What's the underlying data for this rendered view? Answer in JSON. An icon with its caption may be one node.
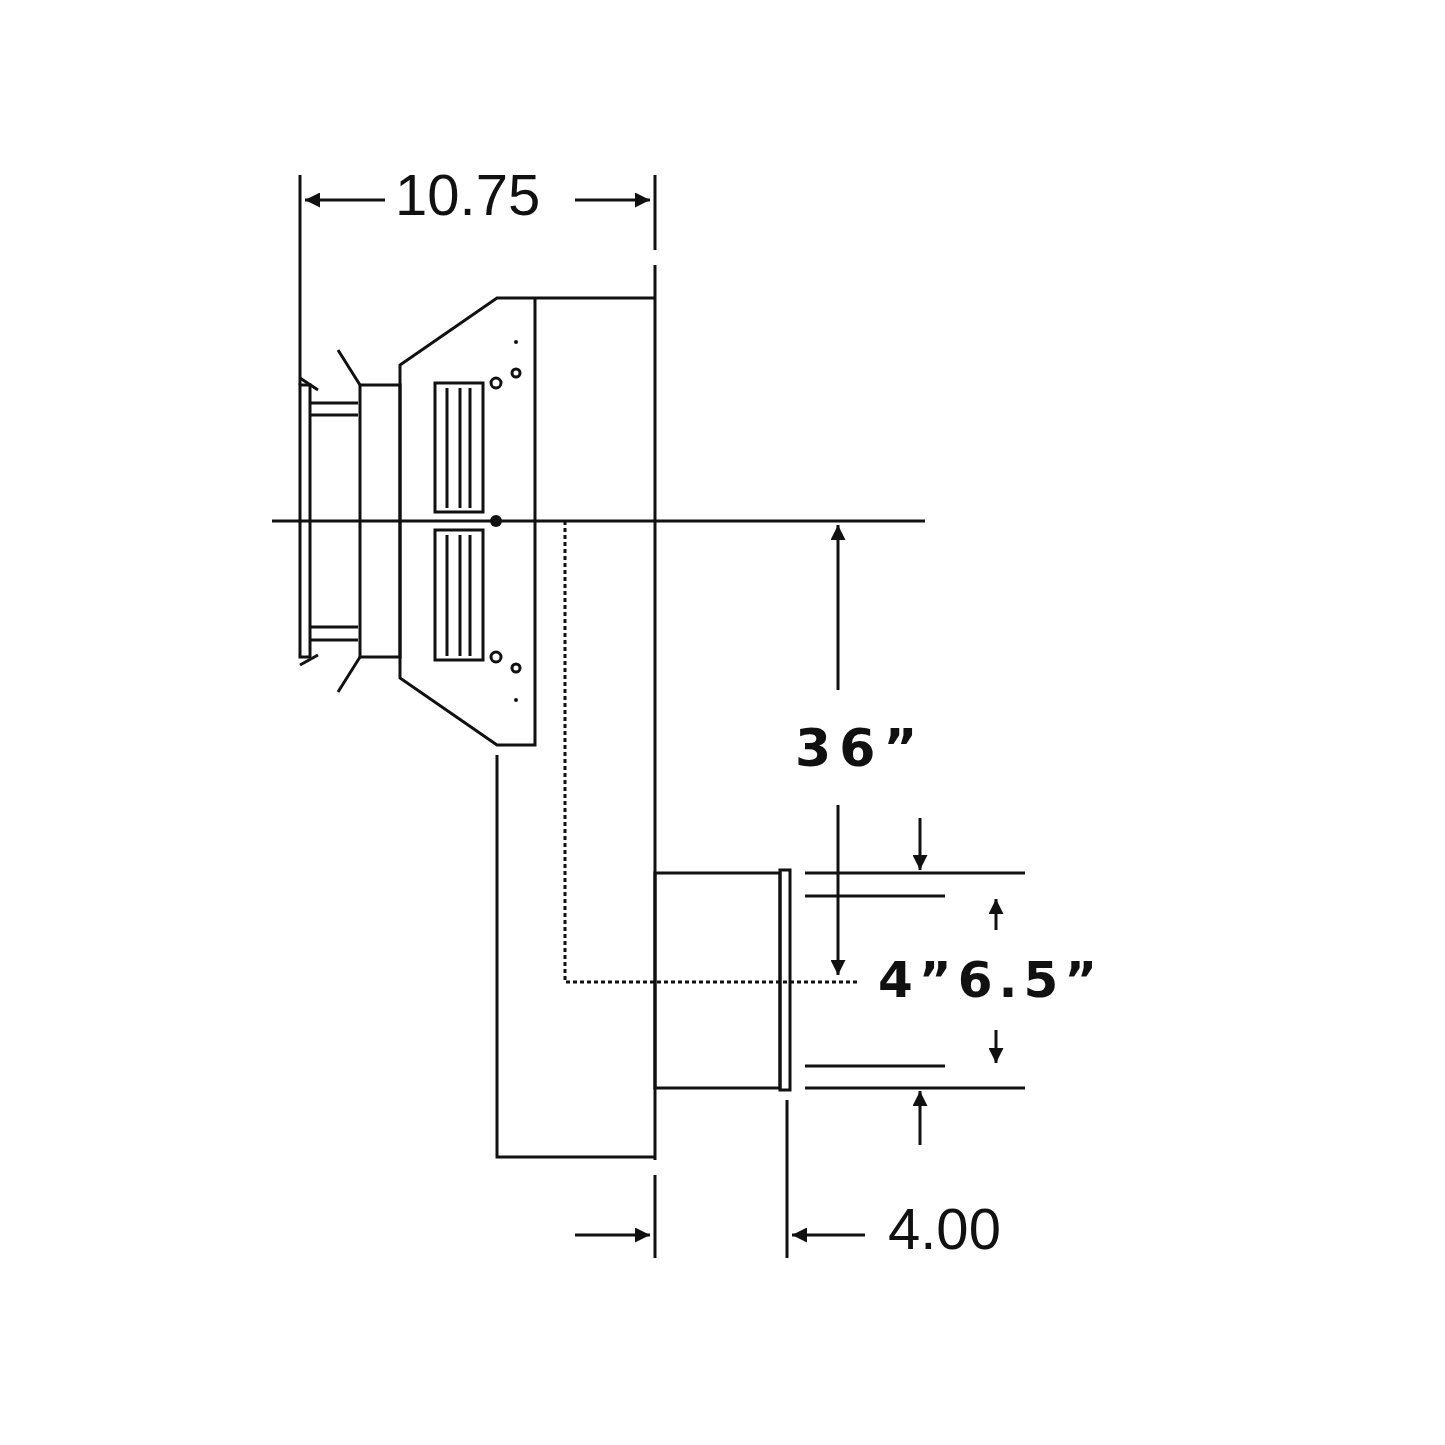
{
  "diagram": {
    "labels": [
      "10.75",
      "36”",
      "4”6.5”",
      "4.00"
    ]
  }
}
